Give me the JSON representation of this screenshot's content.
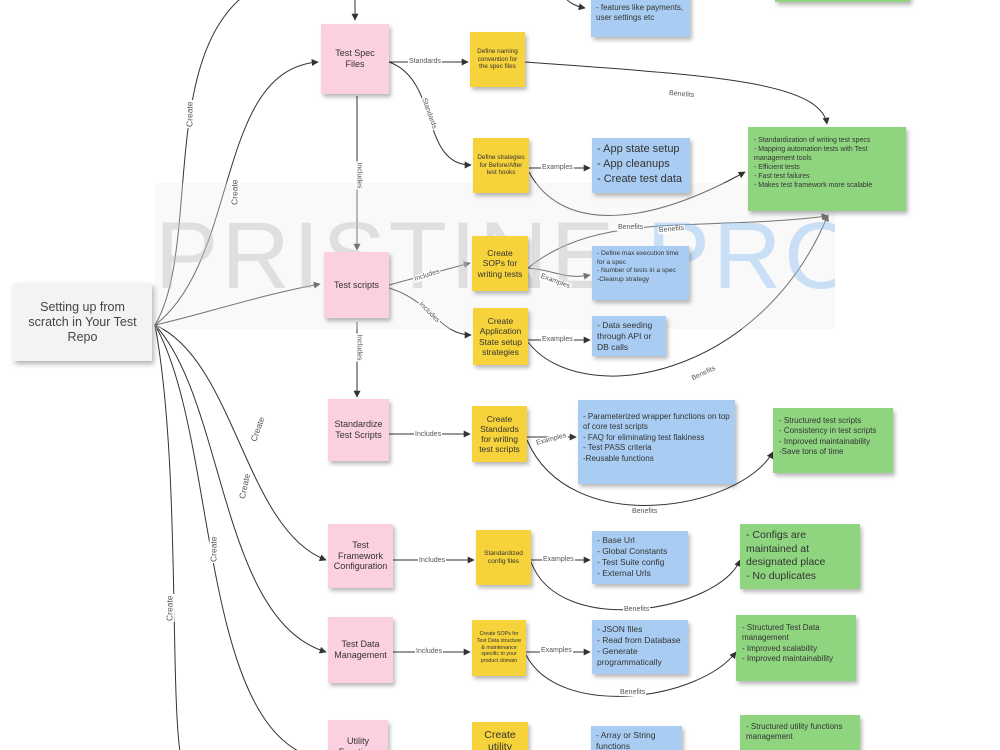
{
  "watermark": {
    "word1": "PRISTINE",
    "word2": "PRO"
  },
  "root": "Setting up from scratch in Your Test Repo",
  "links": {
    "create": "Create",
    "standards": "Standards",
    "includes": "Includes",
    "examples": "Examples",
    "benefits": "Benefits"
  },
  "top_blue": "- features like payments,\nuser settings etc",
  "sections": {
    "spec": {
      "title": "Test Spec Files",
      "naming": "Define naming convention for the spec files",
      "hooks": "Define strategies for Before/After test hooks",
      "hooks_examples": "- App state setup\n- App cleanups\n- Create test data",
      "benefits": "- Standardization of writing test specs\n- Mapping automation tests with Test management tools\n- Efficient tests\n- Fast test failures\n- Makes test framework more scalable"
    },
    "scripts": {
      "title": "Test scripts",
      "sops": "Create SOPs for writing tests",
      "sops_examples": "- Define max execution time for a spec\n- Number of tests in a spec\n-Cleanup strategy",
      "appstate": "Create Application State setup strategies",
      "appstate_examples": "- Data seeding through API or DB calls"
    },
    "standardize": {
      "title": "Standardize Test Scripts",
      "standards": "Create Standards for writing test scripts",
      "examples": "- Parameterized wrapper functions on top of core test scripts\n- FAQ for eliminating test flakiness\n- Test PASS criteria\n-Reusable functions",
      "benefits": "- Structured test scripts\n- Consistency in test scripts\n- Improved maintainability\n-Save tons of time"
    },
    "config": {
      "title": "Test Framework Configuration",
      "files": "Standardized config files",
      "examples": "- Base Url\n- Global Constants\n- Test Suite config\n- External Urls",
      "benefits": "- Configs are maintained at designated place\n- No duplicates"
    },
    "data": {
      "title": "Test Data Management",
      "sops": "Create SOPs for Test Data structure & maintenance specific to your product domain",
      "examples": "- JSON files\n- Read from Database\n- Generate programmatically",
      "benefits": "- Structured Test Data management\n- Improved scalability\n- Improved maintainability"
    },
    "utility": {
      "title": "Utility Functions",
      "create": "Create utility",
      "examples": "- Array or String functions",
      "benefits": "- Structured utility functions management"
    }
  },
  "colors": {
    "pink": "#fbd0e1",
    "yellow": "#f6d33a",
    "blue": "#a9cdf2",
    "green": "#8fd580",
    "root": "#f3f3f3",
    "line": "#333333"
  }
}
